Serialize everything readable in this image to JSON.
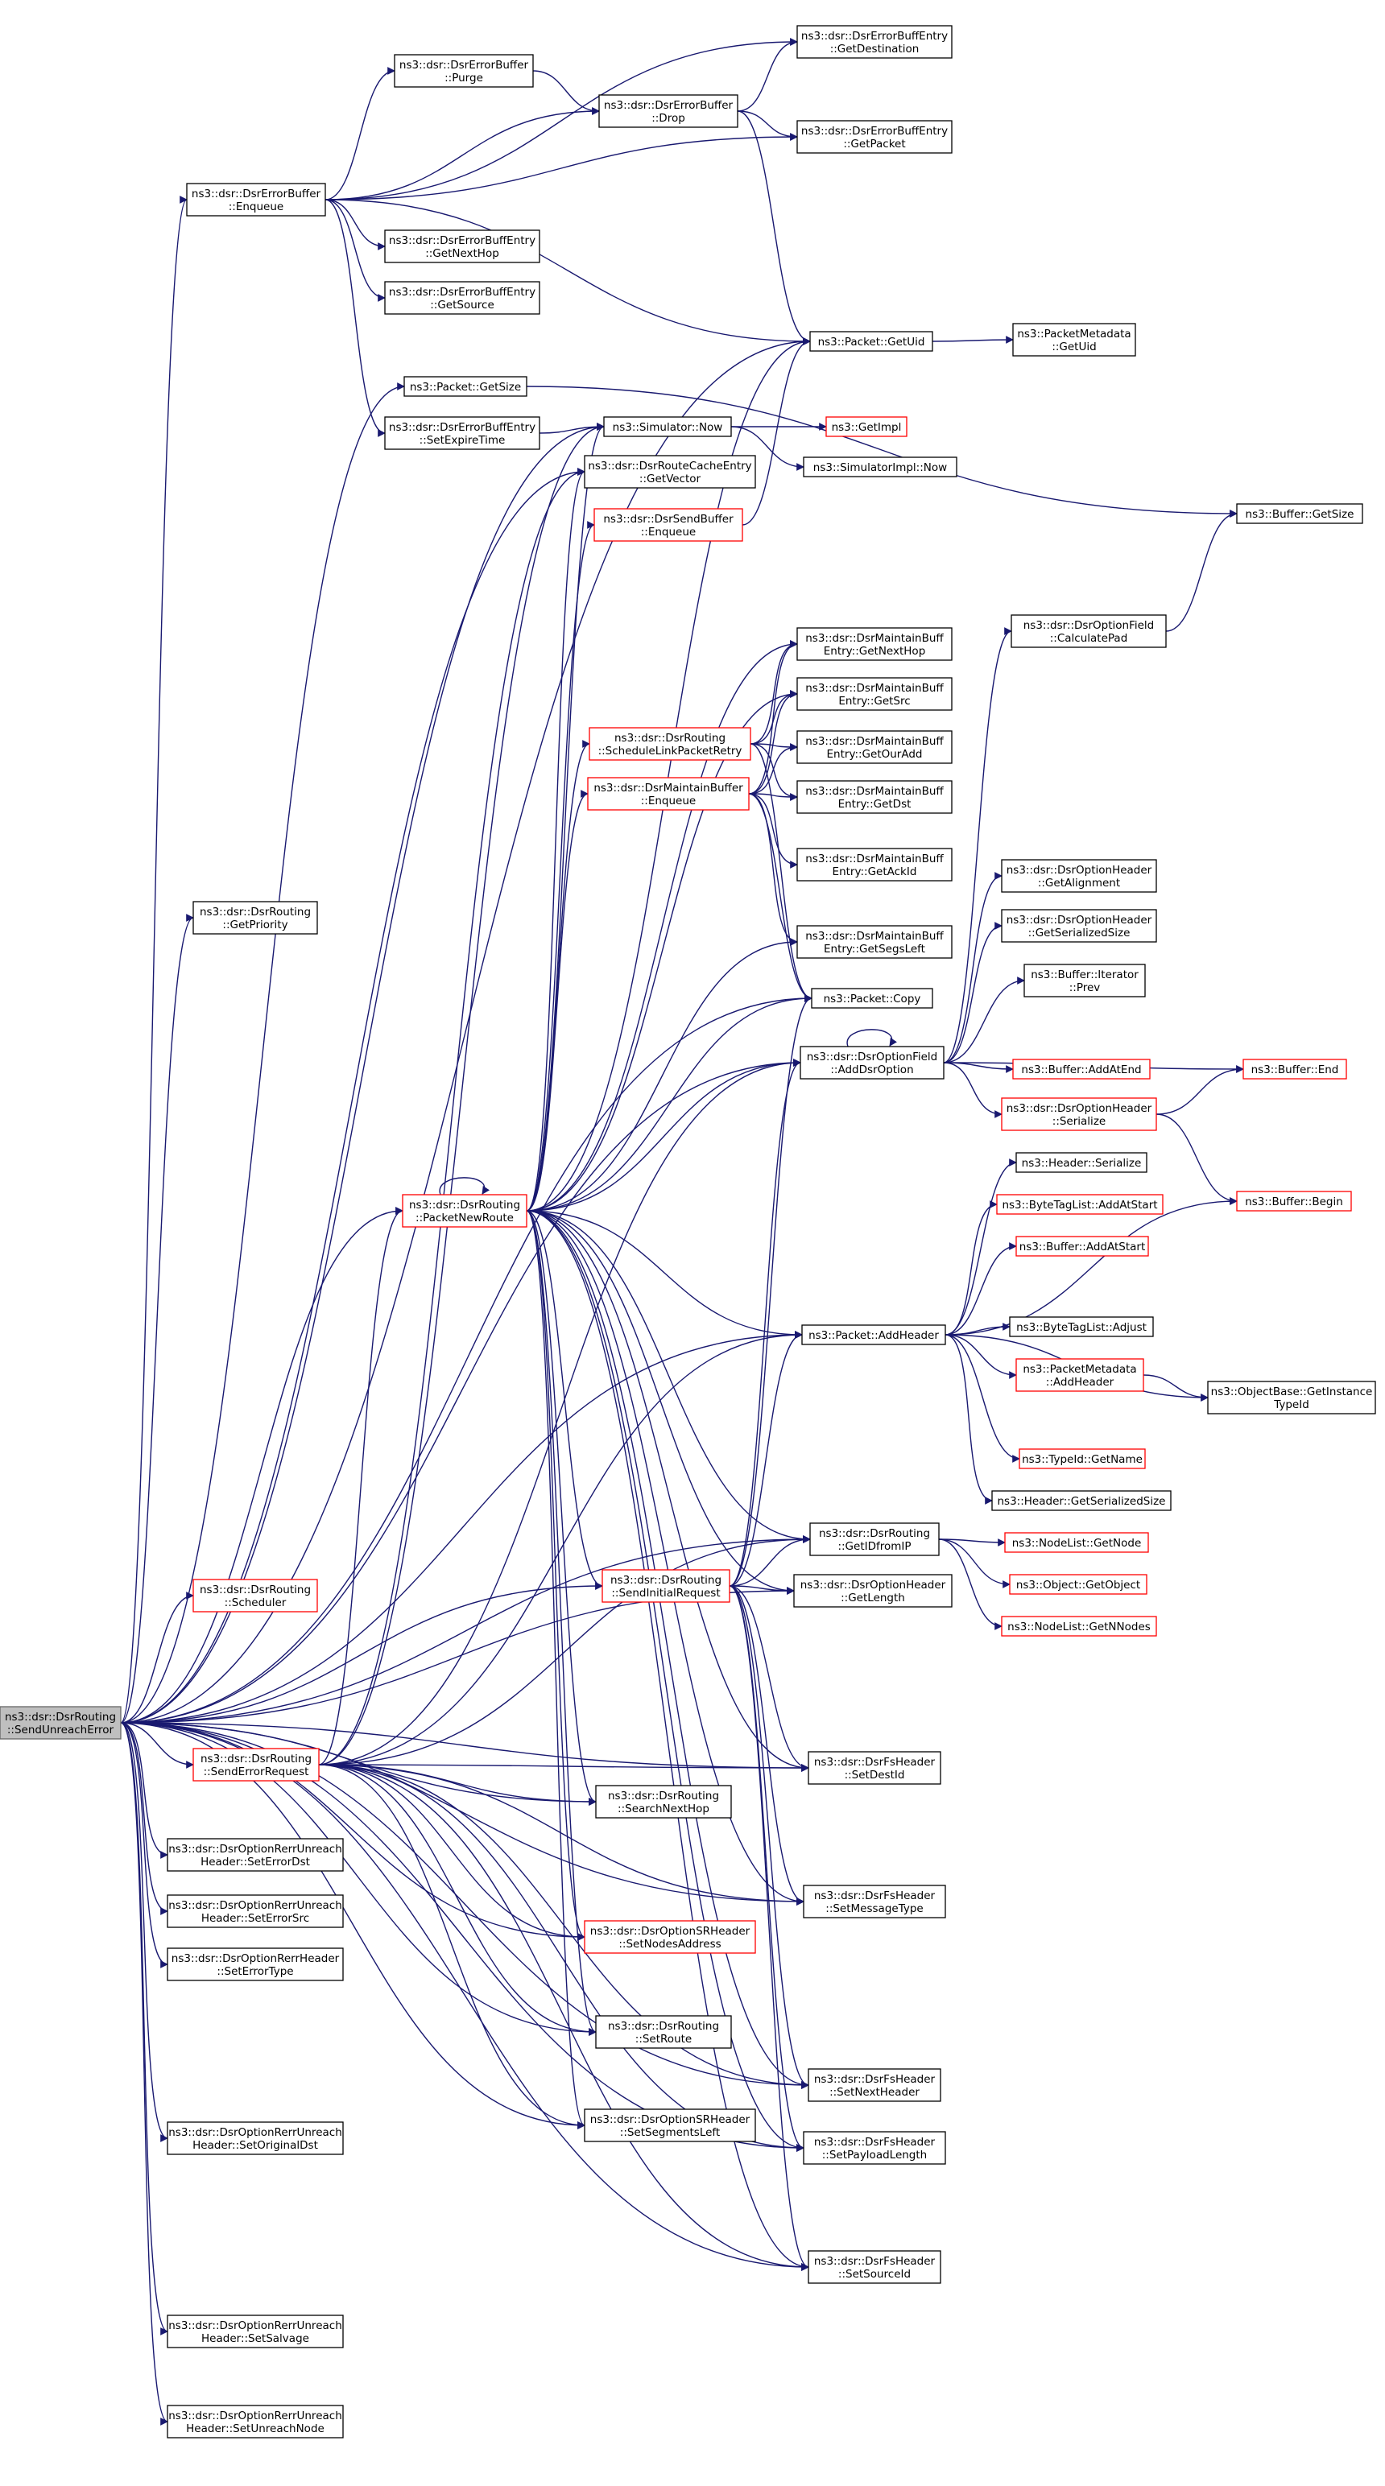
{
  "colors": {
    "edge": "#191970",
    "link_border": "#000000",
    "red_border": "#ff0000",
    "root_fill": "#bfbfbf"
  },
  "nodes": [
    {
      "id": "root",
      "lines": [
        "ns3::dsr::DsrRouting",
        "::SendUnreachError"
      ],
      "style": "root"
    },
    {
      "id": "eb_enqueue",
      "lines": [
        "ns3::dsr::DsrErrorBuffer",
        "::Enqueue"
      ],
      "style": "black"
    },
    {
      "id": "eb_purge",
      "lines": [
        "ns3::dsr::DsrErrorBuffer",
        "::Purge"
      ],
      "style": "black"
    },
    {
      "id": "eb_drop",
      "lines": [
        "ns3::dsr::DsrErrorBuffer",
        "::Drop"
      ],
      "style": "black"
    },
    {
      "id": "ebe_dest",
      "lines": [
        "ns3::dsr::DsrErrorBuffEntry",
        "::GetDestination"
      ],
      "style": "black"
    },
    {
      "id": "ebe_packet",
      "lines": [
        "ns3::dsr::DsrErrorBuffEntry",
        "::GetPacket"
      ],
      "style": "black"
    },
    {
      "id": "ebe_nexthop",
      "lines": [
        "ns3::dsr::DsrErrorBuffEntry",
        "::GetNextHop"
      ],
      "style": "black"
    },
    {
      "id": "ebe_source",
      "lines": [
        "ns3::dsr::DsrErrorBuffEntry",
        "::GetSource"
      ],
      "style": "black"
    },
    {
      "id": "packet_getuid",
      "lines": [
        "ns3::Packet::GetUid"
      ],
      "style": "black"
    },
    {
      "id": "pm_getuid",
      "lines": [
        "ns3::PacketMetadata",
        "::GetUid"
      ],
      "style": "black"
    },
    {
      "id": "packet_getsize",
      "lines": [
        "ns3::Packet::GetSize"
      ],
      "style": "black"
    },
    {
      "id": "ebe_setexpire",
      "lines": [
        "ns3::dsr::DsrErrorBuffEntry",
        "::SetExpireTime"
      ],
      "style": "black"
    },
    {
      "id": "sim_now",
      "lines": [
        "ns3::Simulator::Now"
      ],
      "style": "black"
    },
    {
      "id": "getimpl",
      "lines": [
        "ns3::GetImpl"
      ],
      "style": "red"
    },
    {
      "id": "simimpl_now",
      "lines": [
        "ns3::SimulatorImpl::Now"
      ],
      "style": "black"
    },
    {
      "id": "buffer_getsize",
      "lines": [
        "ns3::Buffer::GetSize"
      ],
      "style": "black"
    },
    {
      "id": "rce_getvector",
      "lines": [
        "ns3::dsr::DsrRouteCacheEntry",
        "::GetVector"
      ],
      "style": "black"
    },
    {
      "id": "sb_enqueue",
      "lines": [
        "ns3::dsr::DsrSendBuffer",
        "::Enqueue"
      ],
      "style": "red"
    },
    {
      "id": "of_calcpad",
      "lines": [
        "ns3::dsr::DsrOptionField",
        "::CalculatePad"
      ],
      "style": "black"
    },
    {
      "id": "mbe_nexthop",
      "lines": [
        "ns3::dsr::DsrMaintainBuff",
        "Entry::GetNextHop"
      ],
      "style": "black"
    },
    {
      "id": "mbe_src",
      "lines": [
        "ns3::dsr::DsrMaintainBuff",
        "Entry::GetSrc"
      ],
      "style": "black"
    },
    {
      "id": "schedule_retry",
      "lines": [
        "ns3::dsr::DsrRouting",
        "::ScheduleLinkPacketRetry"
      ],
      "style": "red"
    },
    {
      "id": "mbe_ouradd",
      "lines": [
        "ns3::dsr::DsrMaintainBuff",
        "Entry::GetOurAdd"
      ],
      "style": "black"
    },
    {
      "id": "mb_enqueue",
      "lines": [
        "ns3::dsr::DsrMaintainBuffer",
        "::Enqueue"
      ],
      "style": "red"
    },
    {
      "id": "mbe_dst",
      "lines": [
        "ns3::dsr::DsrMaintainBuff",
        "Entry::GetDst"
      ],
      "style": "black"
    },
    {
      "id": "mbe_ackid",
      "lines": [
        "ns3::dsr::DsrMaintainBuff",
        "Entry::GetAckId"
      ],
      "style": "black"
    },
    {
      "id": "oh_getalign",
      "lines": [
        "ns3::dsr::DsrOptionHeader",
        "::GetAlignment"
      ],
      "style": "black"
    },
    {
      "id": "getpriority",
      "lines": [
        "ns3::dsr::DsrRouting",
        "::GetPriority"
      ],
      "style": "black"
    },
    {
      "id": "oh_getsersize",
      "lines": [
        "ns3::dsr::DsrOptionHeader",
        "::GetSerializedSize"
      ],
      "style": "black"
    },
    {
      "id": "mbe_segsleft",
      "lines": [
        "ns3::dsr::DsrMaintainBuff",
        "Entry::GetSegsLeft"
      ],
      "style": "black"
    },
    {
      "id": "bi_prev",
      "lines": [
        "ns3::Buffer::Iterator",
        "::Prev"
      ],
      "style": "black"
    },
    {
      "id": "packet_copy",
      "lines": [
        "ns3::Packet::Copy"
      ],
      "style": "black"
    },
    {
      "id": "of_adddsr",
      "lines": [
        "ns3::dsr::DsrOptionField",
        "::AddDsrOption"
      ],
      "style": "black"
    },
    {
      "id": "buf_addatend",
      "lines": [
        "ns3::Buffer::AddAtEnd"
      ],
      "style": "red"
    },
    {
      "id": "buf_end",
      "lines": [
        "ns3::Buffer::End"
      ],
      "style": "red"
    },
    {
      "id": "oh_serialize",
      "lines": [
        "ns3::dsr::DsrOptionHeader",
        "::Serialize"
      ],
      "style": "red"
    },
    {
      "id": "hdr_serialize",
      "lines": [
        "ns3::Header::Serialize"
      ],
      "style": "black"
    },
    {
      "id": "pktnewroute",
      "lines": [
        "ns3::dsr::DsrRouting",
        "::PacketNewRoute"
      ],
      "style": "red"
    },
    {
      "id": "btl_addatstart",
      "lines": [
        "ns3::ByteTagList::AddAtStart"
      ],
      "style": "red"
    },
    {
      "id": "buf_begin",
      "lines": [
        "ns3::Buffer::Begin"
      ],
      "style": "red"
    },
    {
      "id": "buf_addatstart",
      "lines": [
        "ns3::Buffer::AddAtStart"
      ],
      "style": "red"
    },
    {
      "id": "btl_adjust",
      "lines": [
        "ns3::ByteTagList::Adjust"
      ],
      "style": "black"
    },
    {
      "id": "packet_addheader",
      "lines": [
        "ns3::Packet::AddHeader"
      ],
      "style": "black"
    },
    {
      "id": "pm_addheader",
      "lines": [
        "ns3::PacketMetadata",
        "::AddHeader"
      ],
      "style": "red"
    },
    {
      "id": "ob_getinstance",
      "lines": [
        "ns3::ObjectBase::GetInstance",
        "TypeId"
      ],
      "style": "black"
    },
    {
      "id": "typeid_getname",
      "lines": [
        "ns3::TypeId::GetName"
      ],
      "style": "red"
    },
    {
      "id": "hdr_getsersize",
      "lines": [
        "ns3::Header::GetSerializedSize"
      ],
      "style": "black"
    },
    {
      "id": "getidfromip",
      "lines": [
        "ns3::dsr::DsrRouting",
        "::GetIDfromIP"
      ],
      "style": "black"
    },
    {
      "id": "nl_getnode",
      "lines": [
        "ns3::NodeList::GetNode"
      ],
      "style": "red"
    },
    {
      "id": "scheduler",
      "lines": [
        "ns3::dsr::DsrRouting",
        "::Scheduler"
      ],
      "style": "red"
    },
    {
      "id": "sendinitreq",
      "lines": [
        "ns3::dsr::DsrRouting",
        "::SendInitialRequest"
      ],
      "style": "red"
    },
    {
      "id": "oh_getlength",
      "lines": [
        "ns3::dsr::DsrOptionHeader",
        "::GetLength"
      ],
      "style": "black"
    },
    {
      "id": "obj_getobject",
      "lines": [
        "ns3::Object::GetObject"
      ],
      "style": "red"
    },
    {
      "id": "nl_getnnodes",
      "lines": [
        "ns3::NodeList::GetNNodes"
      ],
      "style": "red"
    },
    {
      "id": "senderrreq",
      "lines": [
        "ns3::dsr::DsrRouting",
        "::SendErrorRequest"
      ],
      "style": "red"
    },
    {
      "id": "fs_setdestid",
      "lines": [
        "ns3::dsr::DsrFsHeader",
        "::SetDestId"
      ],
      "style": "black"
    },
    {
      "id": "searchnexthop",
      "lines": [
        "ns3::dsr::DsrRouting",
        "::SearchNextHop"
      ],
      "style": "black"
    },
    {
      "id": "rerr_seterrdst",
      "lines": [
        "ns3::dsr::DsrOptionRerrUnreach",
        "Header::SetErrorDst"
      ],
      "style": "black"
    },
    {
      "id": "fs_setmsgtype",
      "lines": [
        "ns3::dsr::DsrFsHeader",
        "::SetMessageType"
      ],
      "style": "black"
    },
    {
      "id": "rerr_seterrsrc",
      "lines": [
        "ns3::dsr::DsrOptionRerrUnreach",
        "Header::SetErrorSrc"
      ],
      "style": "black"
    },
    {
      "id": "sr_setnodes",
      "lines": [
        "ns3::dsr::DsrOptionSRHeader",
        "::SetNodesAddress"
      ],
      "style": "red"
    },
    {
      "id": "rerrh_settype",
      "lines": [
        "ns3::dsr::DsrOptionRerrHeader",
        "::SetErrorType"
      ],
      "style": "black"
    },
    {
      "id": "setroute",
      "lines": [
        "ns3::dsr::DsrRouting",
        "::SetRoute"
      ],
      "style": "black"
    },
    {
      "id": "fs_setnexthdr",
      "lines": [
        "ns3::dsr::DsrFsHeader",
        "::SetNextHeader"
      ],
      "style": "black"
    },
    {
      "id": "rerr_setorigdst",
      "lines": [
        "ns3::dsr::DsrOptionRerrUnreach",
        "Header::SetOriginalDst"
      ],
      "style": "black"
    },
    {
      "id": "sr_setsegleft",
      "lines": [
        "ns3::dsr::DsrOptionSRHeader",
        "::SetSegmentsLeft"
      ],
      "style": "black"
    },
    {
      "id": "fs_setpayload",
      "lines": [
        "ns3::dsr::DsrFsHeader",
        "::SetPayloadLength"
      ],
      "style": "black"
    },
    {
      "id": "fs_setsourceid",
      "lines": [
        "ns3::dsr::DsrFsHeader",
        "::SetSourceId"
      ],
      "style": "black"
    },
    {
      "id": "rerr_setsalvage",
      "lines": [
        "ns3::dsr::DsrOptionRerrUnreach",
        "Header::SetSalvage"
      ],
      "style": "black"
    },
    {
      "id": "rerr_setunreach",
      "lines": [
        "ns3::dsr::DsrOptionRerrUnreach",
        "Header::SetUnreachNode"
      ],
      "style": "black"
    }
  ],
  "edges": [
    [
      "root",
      "eb_enqueue"
    ],
    [
      "root",
      "packet_getuid"
    ],
    [
      "root",
      "packet_getsize"
    ],
    [
      "root",
      "sim_now"
    ],
    [
      "root",
      "rce_getvector"
    ],
    [
      "root",
      "getpriority"
    ],
    [
      "root",
      "packet_copy"
    ],
    [
      "root",
      "of_adddsr"
    ],
    [
      "root",
      "pktnewroute"
    ],
    [
      "root",
      "packet_addheader"
    ],
    [
      "root",
      "getidfromip"
    ],
    [
      "root",
      "scheduler"
    ],
    [
      "root",
      "sendinitreq"
    ],
    [
      "root",
      "oh_getlength"
    ],
    [
      "root",
      "senderrreq"
    ],
    [
      "root",
      "fs_setdestid"
    ],
    [
      "root",
      "searchnexthop"
    ],
    [
      "root",
      "rerr_seterrdst"
    ],
    [
      "root",
      "fs_setmsgtype"
    ],
    [
      "root",
      "rerr_seterrsrc"
    ],
    [
      "root",
      "sr_setnodes"
    ],
    [
      "root",
      "rerrh_settype"
    ],
    [
      "root",
      "setroute"
    ],
    [
      "root",
      "fs_setnexthdr"
    ],
    [
      "root",
      "rerr_setorigdst"
    ],
    [
      "root",
      "sr_setsegleft"
    ],
    [
      "root",
      "fs_setpayload"
    ],
    [
      "root",
      "fs_setsourceid"
    ],
    [
      "root",
      "rerr_setsalvage"
    ],
    [
      "root",
      "rerr_setunreach"
    ],
    [
      "eb_enqueue",
      "eb_purge"
    ],
    [
      "eb_enqueue",
      "eb_drop"
    ],
    [
      "eb_enqueue",
      "ebe_dest"
    ],
    [
      "eb_enqueue",
      "ebe_packet"
    ],
    [
      "eb_enqueue",
      "ebe_nexthop"
    ],
    [
      "eb_enqueue",
      "ebe_source"
    ],
    [
      "eb_enqueue",
      "packet_getuid"
    ],
    [
      "eb_enqueue",
      "ebe_setexpire"
    ],
    [
      "eb_purge",
      "eb_drop"
    ],
    [
      "eb_drop",
      "ebe_dest"
    ],
    [
      "eb_drop",
      "ebe_packet"
    ],
    [
      "eb_drop",
      "packet_getuid"
    ],
    [
      "packet_getuid",
      "pm_getuid"
    ],
    [
      "packet_getsize",
      "buffer_getsize"
    ],
    [
      "ebe_setexpire",
      "sim_now"
    ],
    [
      "sim_now",
      "getimpl"
    ],
    [
      "sim_now",
      "simimpl_now"
    ],
    [
      "sb_enqueue",
      "packet_getuid"
    ],
    [
      "of_calcpad",
      "buffer_getsize"
    ],
    [
      "schedule_retry",
      "mbe_nexthop"
    ],
    [
      "schedule_retry",
      "mbe_src"
    ],
    [
      "schedule_retry",
      "mbe_ouradd"
    ],
    [
      "schedule_retry",
      "mbe_dst"
    ],
    [
      "schedule_retry",
      "packet_copy"
    ],
    [
      "mb_enqueue",
      "mbe_nexthop"
    ],
    [
      "mb_enqueue",
      "mbe_src"
    ],
    [
      "mb_enqueue",
      "mbe_ouradd"
    ],
    [
      "mb_enqueue",
      "mbe_dst"
    ],
    [
      "mb_enqueue",
      "mbe_ackid"
    ],
    [
      "mb_enqueue",
      "mbe_segsleft"
    ],
    [
      "mb_enqueue",
      "packet_copy"
    ],
    [
      "of_adddsr",
      "of_calcpad"
    ],
    [
      "of_adddsr",
      "oh_getalign"
    ],
    [
      "of_adddsr",
      "oh_getsersize"
    ],
    [
      "of_adddsr",
      "bi_prev"
    ],
    [
      "of_adddsr",
      "buf_addatend"
    ],
    [
      "of_adddsr",
      "buf_end"
    ],
    [
      "of_adddsr",
      "oh_serialize"
    ],
    [
      "of_adddsr",
      "of_adddsr"
    ],
    [
      "oh_serialize",
      "buf_end"
    ],
    [
      "oh_serialize",
      "buf_begin"
    ],
    [
      "pktnewroute",
      "pktnewroute"
    ],
    [
      "pktnewroute",
      "packet_getuid"
    ],
    [
      "pktnewroute",
      "sim_now"
    ],
    [
      "pktnewroute",
      "rce_getvector"
    ],
    [
      "pktnewroute",
      "sb_enqueue"
    ],
    [
      "pktnewroute",
      "mbe_nexthop"
    ],
    [
      "pktnewroute",
      "mbe_src"
    ],
    [
      "pktnewroute",
      "schedule_retry"
    ],
    [
      "pktnewroute",
      "mb_enqueue"
    ],
    [
      "pktnewroute",
      "mbe_segsleft"
    ],
    [
      "pktnewroute",
      "packet_copy"
    ],
    [
      "pktnewroute",
      "of_adddsr"
    ],
    [
      "pktnewroute",
      "packet_addheader"
    ],
    [
      "pktnewroute",
      "getidfromip"
    ],
    [
      "pktnewroute",
      "sendinitreq"
    ],
    [
      "pktnewroute",
      "oh_getlength"
    ],
    [
      "pktnewroute",
      "fs_setdestid"
    ],
    [
      "pktnewroute",
      "fs_setmsgtype"
    ],
    [
      "pktnewroute",
      "fs_setnexthdr"
    ],
    [
      "pktnewroute",
      "fs_setpayload"
    ],
    [
      "pktnewroute",
      "fs_setsourceid"
    ],
    [
      "pktnewroute",
      "searchnexthop"
    ],
    [
      "pktnewroute",
      "sr_setnodes"
    ],
    [
      "pktnewroute",
      "setroute"
    ],
    [
      "pktnewroute",
      "sr_setsegleft"
    ],
    [
      "packet_addheader",
      "hdr_serialize"
    ],
    [
      "packet_addheader",
      "btl_addatstart"
    ],
    [
      "packet_addheader",
      "buf_addatstart"
    ],
    [
      "packet_addheader",
      "buf_begin"
    ],
    [
      "packet_addheader",
      "btl_adjust"
    ],
    [
      "packet_addheader",
      "pm_addheader"
    ],
    [
      "packet_addheader",
      "ob_getinstance"
    ],
    [
      "packet_addheader",
      "typeid_getname"
    ],
    [
      "packet_addheader",
      "hdr_getsersize"
    ],
    [
      "pm_addheader",
      "ob_getinstance"
    ],
    [
      "getidfromip",
      "nl_getnode"
    ],
    [
      "getidfromip",
      "obj_getobject"
    ],
    [
      "getidfromip",
      "nl_getnnodes"
    ],
    [
      "sendinitreq",
      "packet_copy"
    ],
    [
      "sendinitreq",
      "of_adddsr"
    ],
    [
      "sendinitreq",
      "packet_addheader"
    ],
    [
      "sendinitreq",
      "getidfromip"
    ],
    [
      "sendinitreq",
      "oh_getlength"
    ],
    [
      "sendinitreq",
      "fs_setdestid"
    ],
    [
      "sendinitreq",
      "fs_setmsgtype"
    ],
    [
      "sendinitreq",
      "fs_setnexthdr"
    ],
    [
      "sendinitreq",
      "fs_setpayload"
    ],
    [
      "sendinitreq",
      "fs_setsourceid"
    ],
    [
      "senderrreq",
      "pktnewroute"
    ],
    [
      "senderrreq",
      "sim_now"
    ],
    [
      "senderrreq",
      "rce_getvector"
    ],
    [
      "senderrreq",
      "of_adddsr"
    ],
    [
      "senderrreq",
      "packet_addheader"
    ],
    [
      "senderrreq",
      "getidfromip"
    ],
    [
      "senderrreq",
      "searchnexthop"
    ],
    [
      "senderrreq",
      "fs_setdestid"
    ],
    [
      "senderrreq",
      "fs_setmsgtype"
    ],
    [
      "senderrreq",
      "sr_setnodes"
    ],
    [
      "senderrreq",
      "setroute"
    ],
    [
      "senderrreq",
      "sr_setsegleft"
    ],
    [
      "senderrreq",
      "fs_setnexthdr"
    ],
    [
      "senderrreq",
      "fs_setpayload"
    ],
    [
      "senderrreq",
      "fs_setsourceid"
    ]
  ]
}
